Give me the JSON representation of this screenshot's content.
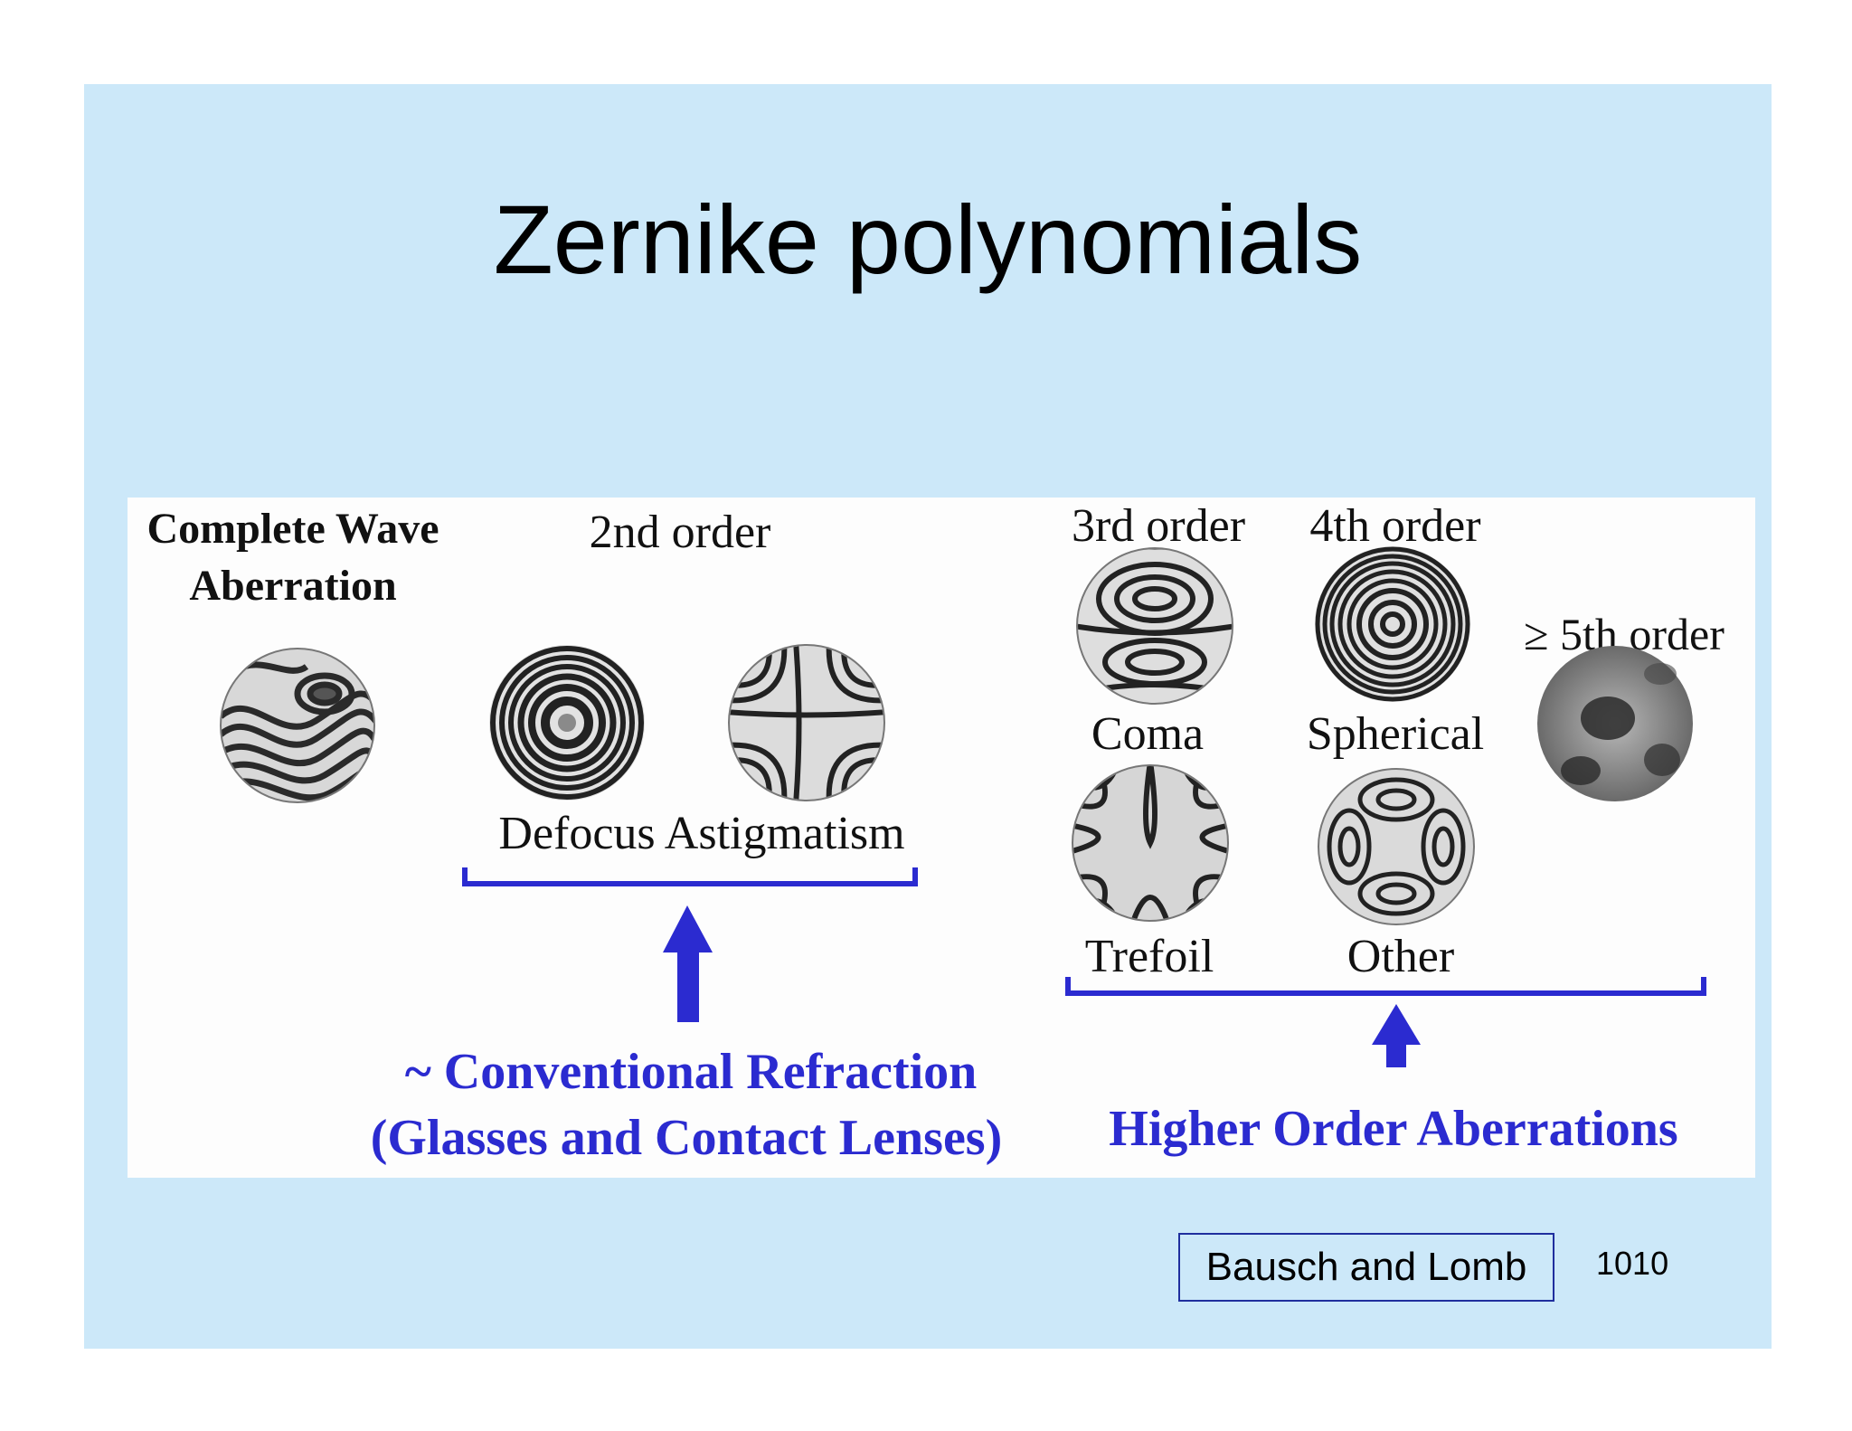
{
  "slide": {
    "title": "Zernike polynomials",
    "credit": "Bausch and Lomb",
    "page_number": "1010"
  },
  "figure": {
    "complete_label_line1": "Complete Wave",
    "complete_label_line2": "Aberration",
    "second_order": "2nd order",
    "third_order": "3rd order",
    "fourth_order": "4th order",
    "fifth_order": "≥ 5th order",
    "defocus_astigmatism": "Defocus Astigmatism",
    "coma": "Coma",
    "spherical": "Spherical",
    "trefoil": "Trefoil",
    "other": "Other",
    "conventional_line1": "~ Conventional Refraction",
    "conventional_line2": "(Glasses and Contact Lenses)",
    "higher_order": "Higher Order Aberrations",
    "accent_color": "#2b2bd0"
  }
}
